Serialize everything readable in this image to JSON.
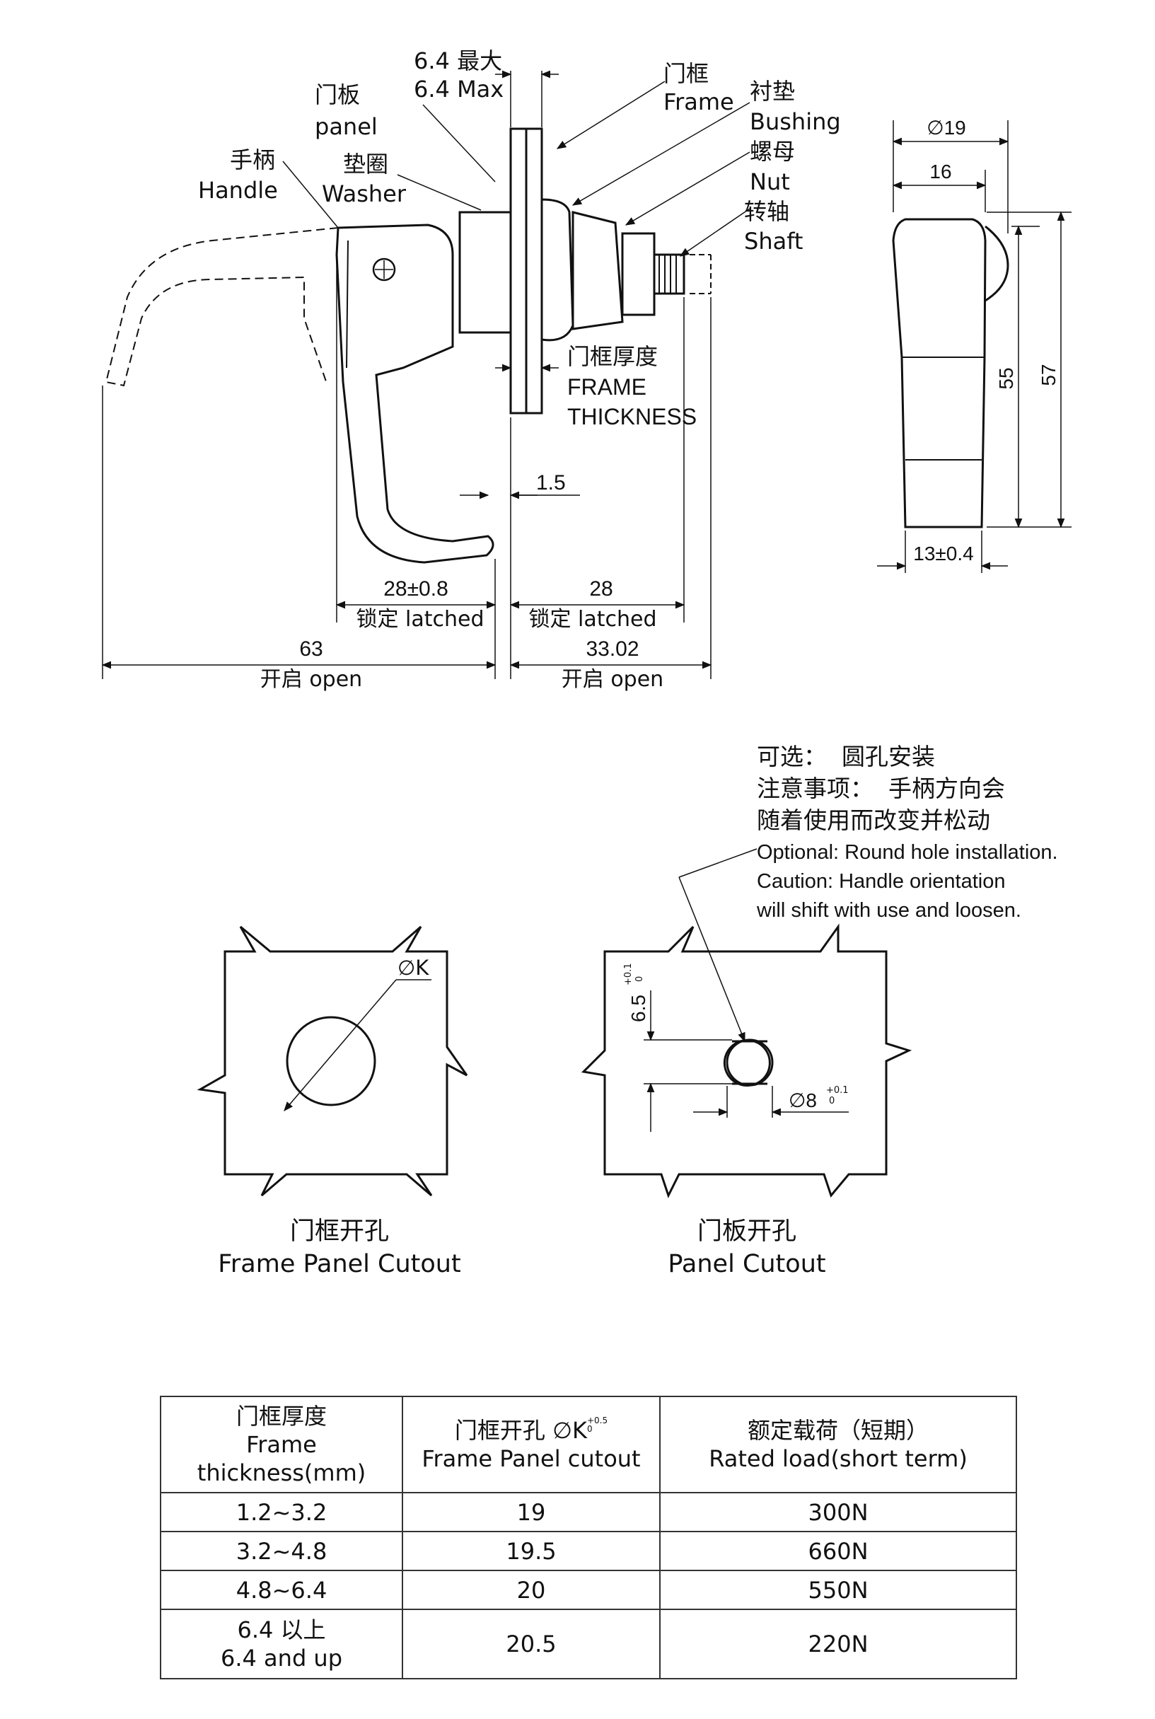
{
  "side_view": {
    "labels": {
      "frame_thickness_max_cn": "6.4 最大",
      "frame_thickness_max_en": "6.4 Max",
      "panel_cn": "门板",
      "panel_en": "panel",
      "frame_cn": "门框",
      "frame_en": "Frame",
      "bushing_cn": "衬垫",
      "bushing_en": "Bushing",
      "nut_cn": "螺母",
      "nut_en": "Nut",
      "shaft_cn": "转轴",
      "shaft_en": "Shaft",
      "handle_cn": "手柄",
      "handle_en": "Handle",
      "washer_cn": "垫圈",
      "washer_en": "Washer",
      "frame_thickness_cn": "门框厚度",
      "frame_thickness_en1": "FRAME",
      "frame_thickness_en2": "THICKNESS"
    },
    "dimensions": {
      "gap": "1.5",
      "latched_left": "28±0.8",
      "latched_left_caption": "锁定 latched",
      "latched_right": "28",
      "latched_right_caption": "锁定 latched",
      "open_left": "63",
      "open_left_caption": "开启 open",
      "open_right": "33.02",
      "open_right_caption": "开启 open"
    }
  },
  "front_view": {
    "dia": "∅19",
    "width_top": "16",
    "height_inner": "55",
    "height_outer": "57",
    "width_bottom": "13±0.4"
  },
  "note": {
    "cn_line1": "可选：  圆孔安装",
    "cn_line2": "注意事项：  手柄方向会",
    "cn_line3": "随着使用而改变并松动",
    "en_line1": "Optional: Round hole installation.",
    "en_line2": "Caution: Handle orientation",
    "en_line3": "will shift with use and loosen."
  },
  "cutouts": {
    "frame": {
      "dim": "∅K",
      "title_cn": "门框开孔",
      "title_en": "Frame Panel Cutout"
    },
    "panel": {
      "dim_vertical": "6.5",
      "dim_vertical_tol_upper": "+0.1",
      "dim_vertical_tol_lower": "0",
      "dim_dia": "∅8",
      "dim_dia_tol_upper": "+0.1",
      "dim_dia_tol_lower": "0",
      "title_cn": "门板开孔",
      "title_en": "Panel Cutout"
    }
  },
  "table": {
    "headers": [
      {
        "cn": "门框厚度",
        "en": "Frame thickness(mm)"
      },
      {
        "cn": "门框开孔 ∅K",
        "cn_tol_upper": "+0.5",
        "cn_tol_lower": "0",
        "en": "Frame Panel cutout"
      },
      {
        "cn": "额定载荷（短期）",
        "en": "Rated load(short term)"
      }
    ],
    "rows": [
      {
        "thickness": "1.2~3.2",
        "cutout": "19",
        "load": "300N"
      },
      {
        "thickness": "3.2~4.8",
        "cutout": "19.5",
        "load": "660N"
      },
      {
        "thickness": "4.8~6.4",
        "cutout": "20",
        "load": "550N"
      },
      {
        "thickness_cn": "6.4 以上",
        "thickness_en": "6.4 and up",
        "cutout": "20.5",
        "load": "220N"
      }
    ]
  }
}
